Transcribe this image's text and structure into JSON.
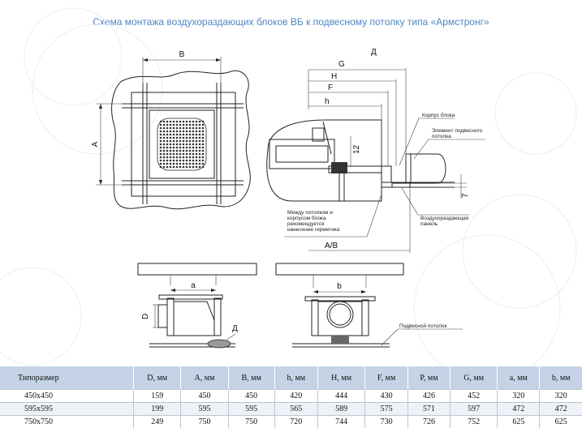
{
  "title": "Схема монтажа воздухораздающих блоков ВБ к подвесному потолку типа «Армстронг»",
  "labels": {
    "dim_B": "B",
    "dim_A": "A",
    "dim_D_top": "Д",
    "dim_G": "G",
    "dim_H": "H",
    "dim_F": "F",
    "dim_h": "h",
    "dim_12": "12",
    "dim_7": "7",
    "dim_AB": "A/B",
    "dim_a": "a",
    "dim_b": "b",
    "dim_D_side": "D",
    "dim_D_bottom": "Д"
  },
  "callouts": {
    "korpus": "Корпус блока",
    "element_1": "Элемент подвесного",
    "element_2": "потолка",
    "mezhdu_1": "Между потолком и",
    "mezhdu_2": "корпусом блока",
    "mezhdu_3": "рекомендуется",
    "mezhdu_4": "нанесение герметика",
    "panel_1": "Воздухораздающая",
    "panel_2": "панель",
    "ceiling": "Подвесной потолок"
  },
  "table": {
    "headers": [
      "Типоразмер",
      "D, мм",
      "A, мм",
      "B, мм",
      "h, мм",
      "H, мм",
      "F, мм",
      "P, мм",
      "G, мм",
      "a, мм",
      "b, мм"
    ],
    "rows": [
      [
        "450x450",
        "159",
        "450",
        "450",
        "420",
        "444",
        "430",
        "426",
        "452",
        "320",
        "320"
      ],
      [
        "595x595",
        "199",
        "595",
        "595",
        "565",
        "589",
        "575",
        "571",
        "597",
        "472",
        "472"
      ],
      [
        "750x750",
        "249",
        "750",
        "750",
        "720",
        "744",
        "730",
        "726",
        "752",
        "625",
        "625"
      ]
    ]
  },
  "colors": {
    "title": "#4f86c6",
    "table_header": "#c5d3e6",
    "table_row_alt": "#eef2f7"
  }
}
